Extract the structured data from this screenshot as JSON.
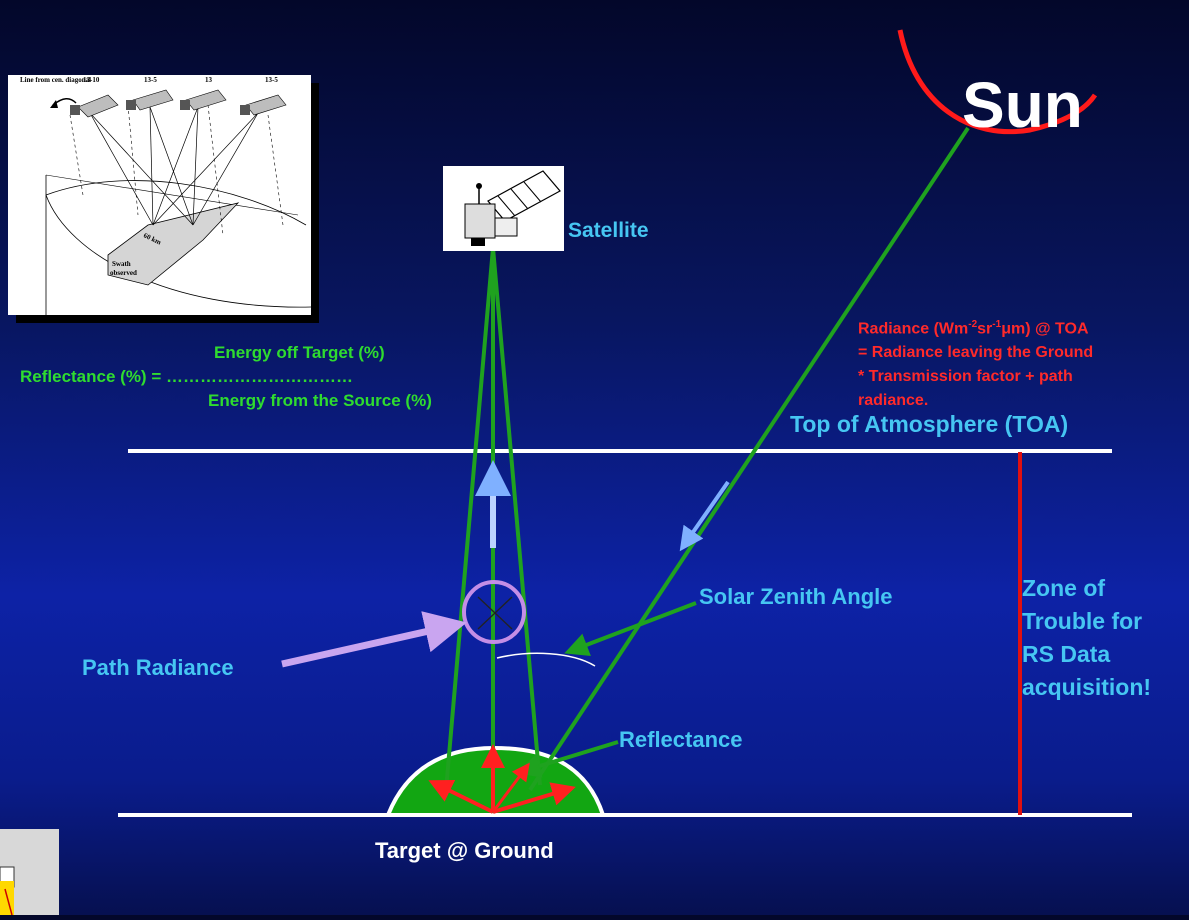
{
  "labels": {
    "sun": "Sun",
    "satellite": "Satellite",
    "radiance_line1": "Radiance (Wm",
    "radiance_sup1": "-2",
    "radiance_mid": "sr",
    "radiance_sup2": "-1",
    "radiance_tail": "μm) @ TOA",
    "radiance_line2": "= Radiance leaving the Ground",
    "radiance_line3": "* Transmission factor + path",
    "radiance_line4": "radiance.",
    "toa": "Top of Atmosphere (TOA)",
    "zone_line1": "Zone of",
    "zone_line2": "Trouble for",
    "zone_line3": "RS Data",
    "zone_line4": "acquisition!",
    "solar_zenith": "Solar Zenith Angle",
    "path_radiance": "Path Radiance",
    "reflectance": "Reflectance",
    "target": "Target @ Ground",
    "formula_numerator": "Energy off Target (%)",
    "formula_left": "Reflectance (%) = ……………………………",
    "formula_denominator": "Energy from the Source (%)"
  },
  "inset": {
    "header_text": "Line from cen. diagonal",
    "times": [
      "13-10",
      "13-5",
      "13",
      "13-5"
    ],
    "angle_label": "60 km",
    "swath_label1": "Swath",
    "swath_label2": "observed"
  },
  "colors": {
    "ray_green": "#1fa21f",
    "ray_light_blue": "#bcd3ff",
    "sun_arc": "#ff1a1a",
    "zone_bar": "#e01010",
    "path_circle": "#c48ee6",
    "ground_green": "#12a612"
  }
}
